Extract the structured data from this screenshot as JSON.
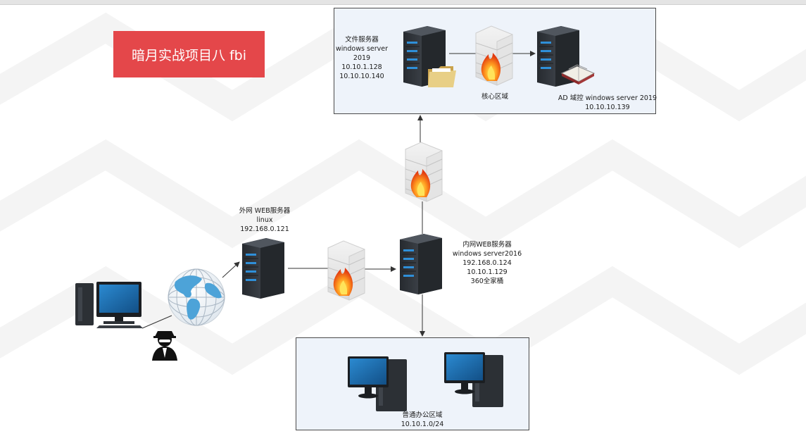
{
  "title": "暗月实战项目八 fbi",
  "nodes": {
    "file_server": {
      "lines": [
        "文件服务器",
        "windows server",
        "2019",
        "10.10.1.128",
        "10.10.10.140"
      ],
      "icon": "server-with-folder-icon"
    },
    "core_zone": {
      "label": "核心区域"
    },
    "ad_server": {
      "lines": [
        "AD 域控 windows server 2019",
        "10.10.10.139"
      ],
      "icon": "server-with-book-icon"
    },
    "external_web": {
      "lines": [
        "外网 WEB服务器",
        "linux",
        "192.168.0.121"
      ],
      "icon": "server-icon"
    },
    "internal_web": {
      "lines": [
        "内网WEB服务器",
        "windows server2016",
        "192.168.0.124",
        "10.10.1.129",
        "360全家桶"
      ],
      "icon": "server-icon"
    },
    "office_zone": {
      "lines": [
        "普通办公区域",
        "10.10.1.0/24"
      ],
      "icon": "desktop-computer-icon"
    },
    "attacker": {
      "icon": "hacker-icon"
    },
    "internet": {
      "icon": "globe-icon"
    },
    "workstation": {
      "icon": "desktop-computer-icon"
    },
    "firewall": {
      "icon": "firewall-icon"
    }
  },
  "colors": {
    "title_bg": "#e4474a",
    "zone_bg": "#eef3fa",
    "server_body": "#33373d",
    "server_led": "#2f8fd8",
    "monitor_screen": "#1f6fb2"
  }
}
